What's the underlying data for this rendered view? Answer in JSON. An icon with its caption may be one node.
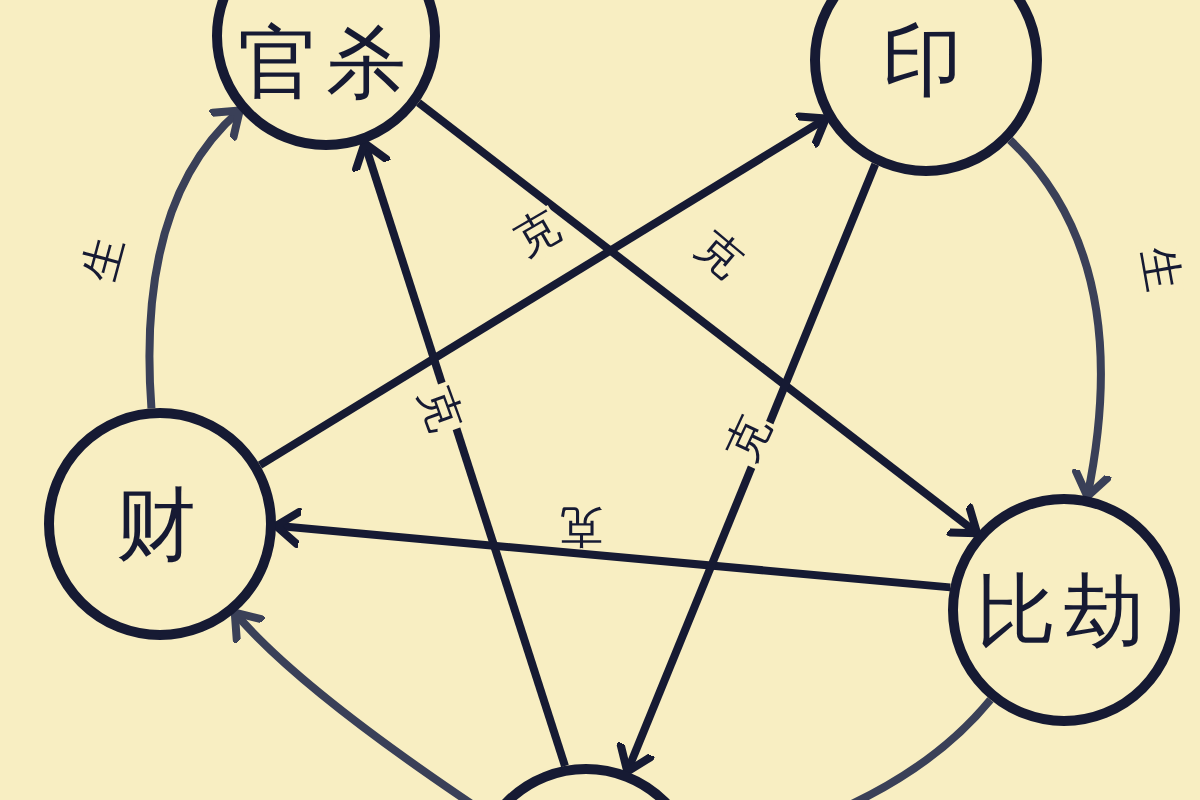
{
  "diagram": {
    "nodes": [
      {
        "text": [
          "官杀"
        ]
      },
      {
        "text": [
          "印"
        ]
      },
      {
        "text": [
          "比劫"
        ]
      },
      {
        "text": [],
        "shape": "circle"
      },
      {
        "text": [
          "财"
        ]
      }
    ],
    "edges": [
      {
        "from": 4,
        "to": 0,
        "arrow": "to",
        "label": "生",
        "color": "#3a4058"
      },
      {
        "from": 1,
        "to": 2,
        "arrow": "to",
        "label": "生",
        "color": "#3a4058"
      },
      {
        "from": 2,
        "to": 3,
        "arrow": "none",
        "color": "#3a4058"
      },
      {
        "from": 3,
        "to": 4,
        "arrow": "to",
        "color": "#3a4058"
      },
      {
        "from": 0,
        "to": 2,
        "arrow": "to",
        "label": "克"
      },
      {
        "from": 4,
        "to": 1,
        "arrow": "to",
        "label": "克"
      },
      {
        "from": 3,
        "to": 0,
        "arrow": "to",
        "label": "克"
      },
      {
        "from": 2,
        "to": 4,
        "arrow": "to",
        "label": "克"
      },
      {
        "from": 1,
        "to": 3,
        "arrow": "to",
        "label": "克"
      }
    ]
  }
}
